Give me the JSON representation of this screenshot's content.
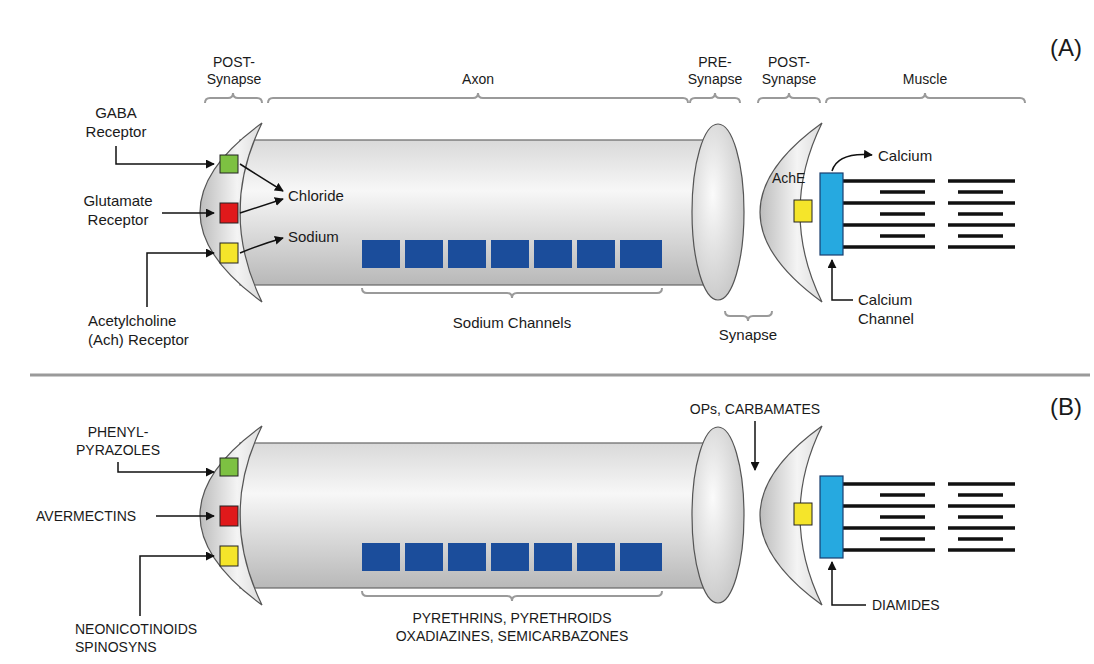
{
  "diagram": {
    "labels": [
      "POST- Synapse",
      "Axon",
      "PRE- Synapse",
      "POST- Synapse",
      "Muscle",
      "(A)",
      "GABA Receptor",
      "Chloride",
      "Glutamate Receptor",
      "Sodium",
      "AchE",
      "Calcium",
      "Acetylcholine (Ach) Receptor",
      "Sodium Channels",
      "Synapse",
      "Calcium Channel",
      "PHENYL- PYRAZOLES",
      "AVERMECTINS",
      "OPs, CARBAMATES",
      "(B)",
      "NEONICOTINOIDS SPINOSYNS",
      "PYRETHRINS, PYRETHROIDS OXADIAZINES, SEMICARBAZONES",
      "DIAMIDES"
    ]
  }
}
